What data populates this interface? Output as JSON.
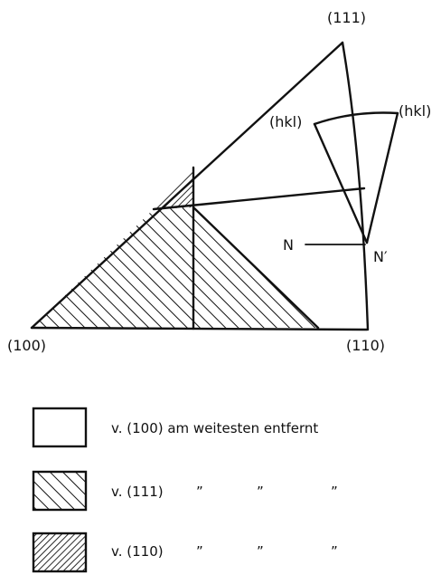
{
  "poles": {
    "p100": "(100)",
    "p110": "(110)",
    "p111": "(111)",
    "hkl_left": "(hkl)",
    "hkl_right": "(hkl)",
    "N": "N",
    "N_prime": "N′"
  },
  "legend": [
    {
      "pattern": "blank",
      "text": "v. (100)  am weitesten entfernt"
    },
    {
      "pattern": "hatch-right",
      "text": "v. (111)",
      "ditto": [
        "”",
        "”",
        "”"
      ]
    },
    {
      "pattern": "hatch-left",
      "text": "v. (110)",
      "ditto": [
        "”",
        "”",
        "”"
      ]
    }
  ],
  "colors": {
    "ink": "#111111",
    "paper": "#ffffff"
  }
}
